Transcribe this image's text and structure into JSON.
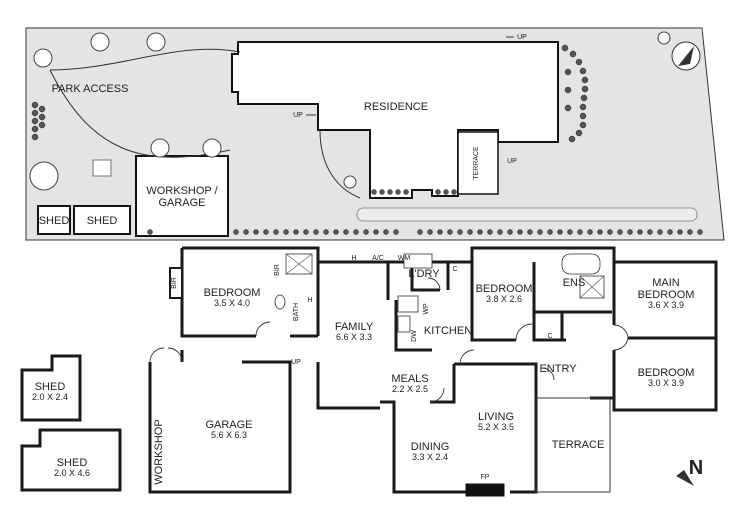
{
  "site": {
    "park_access": "PARK ACCESS",
    "residence": "RESIDENCE",
    "workshop_garage_1": "WORKSHOP /",
    "workshop_garage_2": "GARAGE",
    "shed_a": "SHED",
    "shed_b": "SHED",
    "terrace": "TERRACE",
    "up_top": "UP",
    "up_left": "UP",
    "up_terrace": "UP"
  },
  "floor": {
    "bedroom1": {
      "name": "BEDROOM",
      "dim": "3.5 X 4.0"
    },
    "bir1": "BIR",
    "bir2": "BIR",
    "bath": "BATH",
    "bath_h": "H",
    "family": {
      "name": "FAMILY",
      "dim": "6.6 X 3.3"
    },
    "h_label": "H",
    "ac_label": "A/C",
    "wm": "WM",
    "ldry": "L'DRY",
    "c1": "C",
    "c2": "C",
    "wp": "WP",
    "dw": "DW",
    "kitchen": "KITCHEN",
    "bedroom2": {
      "name": "BEDROOM",
      "dim": "3.8 X 2.6"
    },
    "ens": "ENS",
    "main_bedroom": {
      "name1": "MAIN",
      "name2": "BEDROOM",
      "dim": "3.6 X 3.9"
    },
    "bedroom3": {
      "name": "BEDROOM",
      "dim": "3.0 X 3.9"
    },
    "entry": "ENTRY",
    "meals": {
      "name": "MEALS",
      "dim": "2.2 X 2.5"
    },
    "living": {
      "name": "LIVING",
      "dim": "5.2 X 3.5"
    },
    "dining": {
      "name": "DINING",
      "dim": "3.3 X 2.4"
    },
    "fp": "FP",
    "terrace": "TERRACE",
    "garage": {
      "name": "GARAGE",
      "dim": "5.6 X 6.3"
    },
    "workshop": "WORKSHOP",
    "up": "UP",
    "shed1": {
      "name": "SHED",
      "dim": "2.0 X 2.4"
    },
    "shed2": {
      "name": "SHED",
      "dim": "2.0 X 4.6"
    }
  },
  "north": "N"
}
